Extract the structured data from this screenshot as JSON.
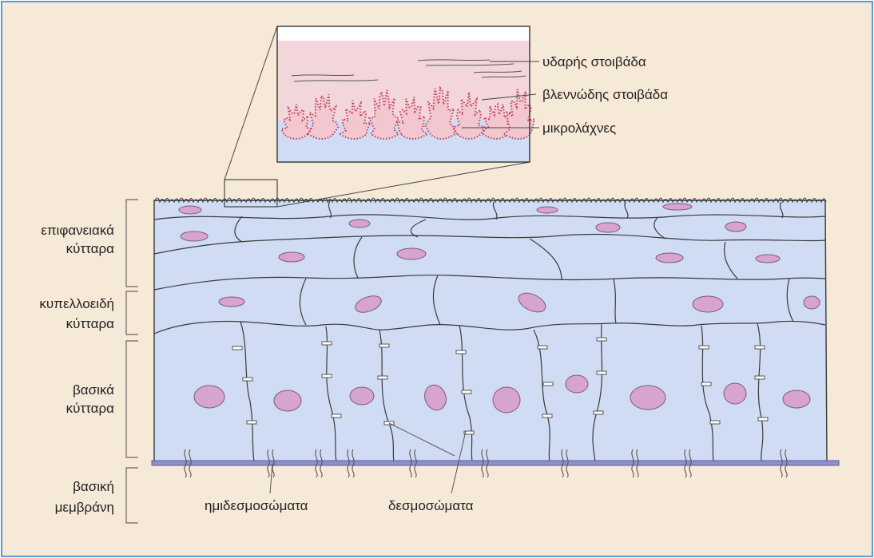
{
  "labels": {
    "water_layer": "υδαρής στοιβάδα",
    "mucus_layer": "βλεννώδης στοιβάδα",
    "microvilli": "μικρολάχνες",
    "superficial_line1": "επιφανειακά",
    "superficial_line2": "κύτταρα",
    "wing_line1": "κυπελλοειδή",
    "wing_line2": "κύτταρα",
    "basal_line1": "βασικά",
    "basal_line2": "κύτταρα",
    "membrane_line1": "βασική",
    "membrane_line2": "μεμβράνη",
    "hemidesmosomes": "ημιδεσμοσώματα",
    "desmosomes": "δεσμοσώματα"
  },
  "colors": {
    "background": "#f7e9d7",
    "frame_border": "#5b9bd5",
    "cell_fill": "#cfdcf3",
    "cell_outline": "#3a3a3a",
    "nucleus_fill": "#d7a4cf",
    "nucleus_outline": "#7d5a78",
    "mucus_layer": "#f3d6dc",
    "microvilli_fill": "#f2c7cf",
    "microvilli_outline": "#c0405a",
    "basement_membrane": "#8f8fcc"
  }
}
